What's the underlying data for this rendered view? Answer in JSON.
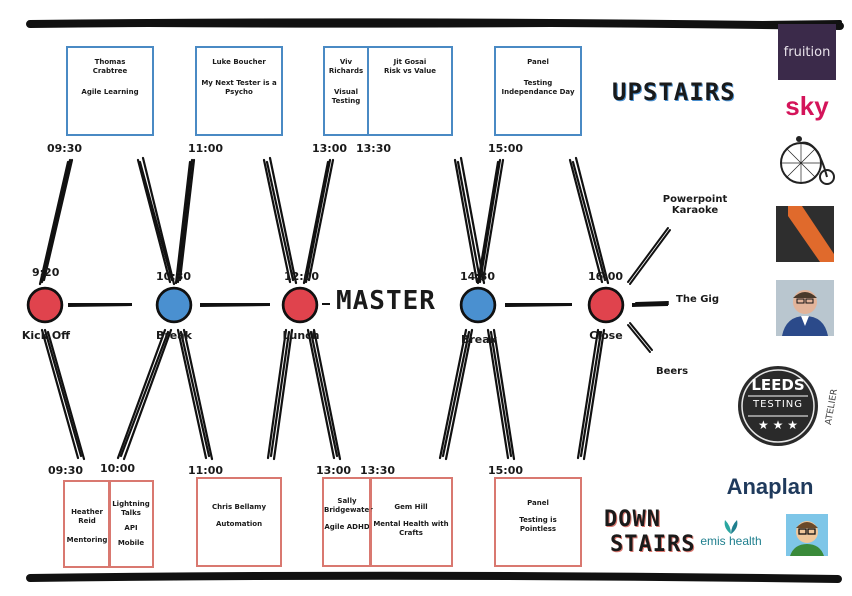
{
  "titles": {
    "upstairs": "UPSTAIRS",
    "master": "MASTER",
    "downstairs_1": "DOWN",
    "downstairs_2": "STAIRS"
  },
  "nodes": [
    {
      "time": "9:20",
      "label": "Kick Off",
      "color": "#e0434d"
    },
    {
      "time": "10:30",
      "label": "Break",
      "color": "#4a90d0"
    },
    {
      "time": "12:00",
      "label": "Lunch",
      "color": "#e0434d"
    },
    {
      "time": "14:30",
      "label": "Break",
      "color": "#4a90d0"
    },
    {
      "time": "16:00",
      "label": "Close",
      "color": "#e0434d"
    }
  ],
  "upper_times": [
    "09:30",
    "11:00",
    "13:00",
    "13:30",
    "15:00"
  ],
  "lower_times": [
    "09:30",
    "10:00",
    "11:00",
    "13:00",
    "13:30",
    "15:00"
  ],
  "upstairs_sessions": [
    {
      "speaker": "Thomas",
      "speaker2": "Crabtree",
      "talk": "Agile Learning"
    },
    {
      "speaker": "Luke Boucher",
      "talk": "My Next Tester is a",
      "talk2": "Psycho"
    },
    {
      "speaker": "Viv Richards",
      "talk": "Visual Testing"
    },
    {
      "speaker": "Jit Gosai",
      "talk": "Risk vs Value"
    },
    {
      "speaker": "Panel",
      "talk": "Testing",
      "talk2": "Independance Day"
    }
  ],
  "downstairs_sessions": [
    {
      "speaker": "Heather Reid",
      "talk": "Mentoring"
    },
    {
      "speaker": "Lightning",
      "speaker2": "Talks",
      "talk": "API",
      "talk2": "Mobile"
    },
    {
      "speaker": "Chris Bellamy",
      "talk": "Automation"
    },
    {
      "speaker": "Sally",
      "speaker2": "Bridgewater",
      "talk": "Agile ADHD"
    },
    {
      "speaker": "Gem Hill",
      "talk": "Mental Health with",
      "talk2": "Crafts"
    },
    {
      "speaker": "Panel",
      "talk": "Testing is",
      "talk2": "Pointless"
    }
  ],
  "after_close": [
    "Powerpoint",
    "Karaoke",
    "The Gig",
    "Beers"
  ],
  "logos": {
    "fruition": "fruition",
    "sky": "sky",
    "leeds_1": "LEEDS",
    "leeds_2": "TESTING",
    "leeds_3": "ATELIER",
    "anaplan": "Anaplan",
    "emis": "emis health"
  }
}
